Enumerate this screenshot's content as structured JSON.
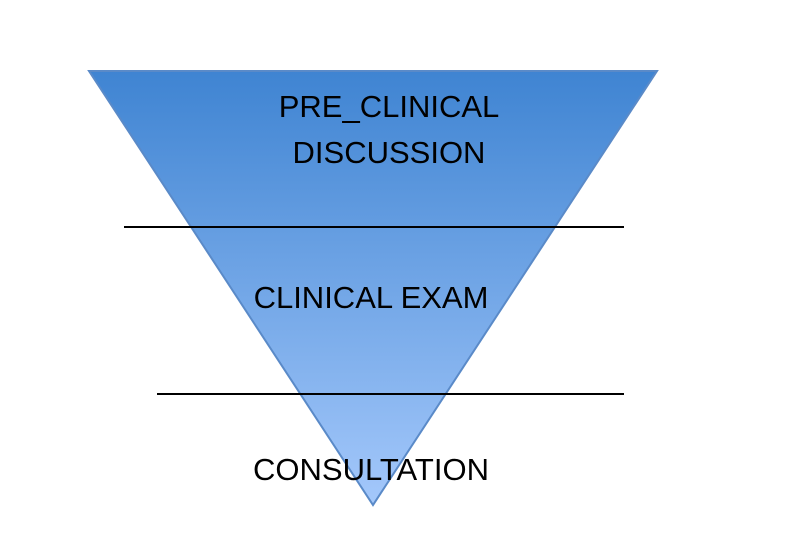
{
  "diagram": {
    "colors": {
      "top": "#3f84d2",
      "bottom": "#a4c8fb",
      "stroke": "#5a8ac8"
    },
    "levels": [
      {
        "line1": "PRE_CLINICAL",
        "line2": "DISCUSSION"
      },
      {
        "line1": "CLINICAL EXAM"
      },
      {
        "line1": "CONSULTATION"
      }
    ]
  }
}
